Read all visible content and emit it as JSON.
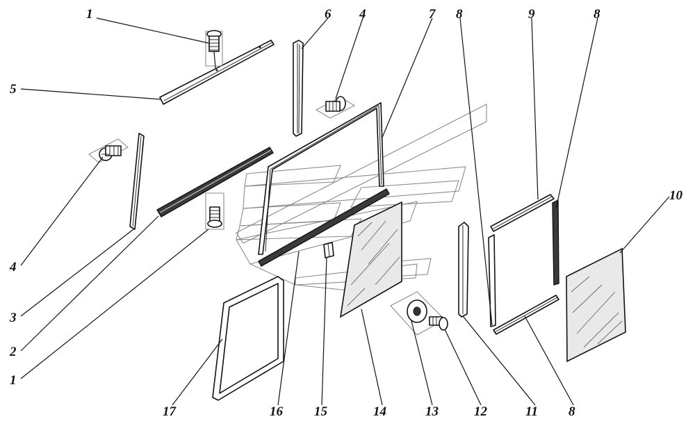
{
  "diagram": {
    "labels": [
      {
        "id": "lbl-1-top",
        "text": "1"
      },
      {
        "id": "lbl-6",
        "text": "6"
      },
      {
        "id": "lbl-4-top",
        "text": "4"
      },
      {
        "id": "lbl-7",
        "text": "7"
      },
      {
        "id": "lbl-8-top-left",
        "text": "8"
      },
      {
        "id": "lbl-9",
        "text": "9"
      },
      {
        "id": "lbl-8-top-right",
        "text": "8"
      },
      {
        "id": "lbl-5",
        "text": "5"
      },
      {
        "id": "lbl-10",
        "text": "10"
      },
      {
        "id": "lbl-4-left",
        "text": "4"
      },
      {
        "id": "lbl-3",
        "text": "3"
      },
      {
        "id": "lbl-2",
        "text": "2"
      },
      {
        "id": "lbl-1-left",
        "text": "1"
      },
      {
        "id": "lbl-17",
        "text": "17"
      },
      {
        "id": "lbl-16",
        "text": "16"
      },
      {
        "id": "lbl-15",
        "text": "15"
      },
      {
        "id": "lbl-14",
        "text": "14"
      },
      {
        "id": "lbl-13",
        "text": "13"
      },
      {
        "id": "lbl-12",
        "text": "12"
      },
      {
        "id": "lbl-11",
        "text": "11"
      },
      {
        "id": "lbl-8-bottom",
        "text": "8"
      }
    ]
  }
}
